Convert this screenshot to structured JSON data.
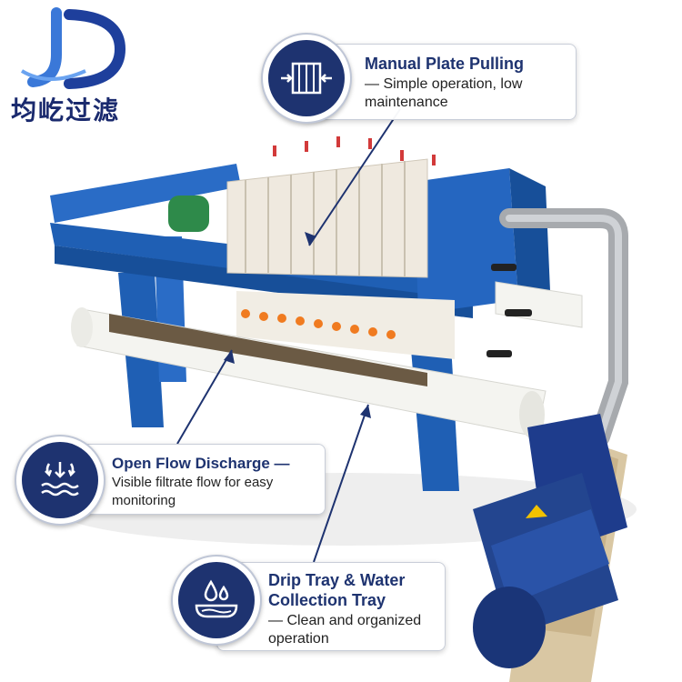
{
  "brand": {
    "name": "均屹过滤",
    "color": "#1e3370",
    "accent": "#2f6fd6"
  },
  "callouts": [
    {
      "id": "manual",
      "title": "Manual Plate Pulling",
      "body": "— Simple operation, low maintenance",
      "icon": "plate-press-icon"
    },
    {
      "id": "flow",
      "title": "Open Flow Discharge —",
      "body": "Visible filtrate flow for easy monitoring",
      "icon": "flow-discharge-icon"
    },
    {
      "id": "drip",
      "title": "Drip Tray & Water Collection Tray",
      "body": "— Clean and organized operation",
      "icon": "water-drop-tray-icon"
    }
  ]
}
